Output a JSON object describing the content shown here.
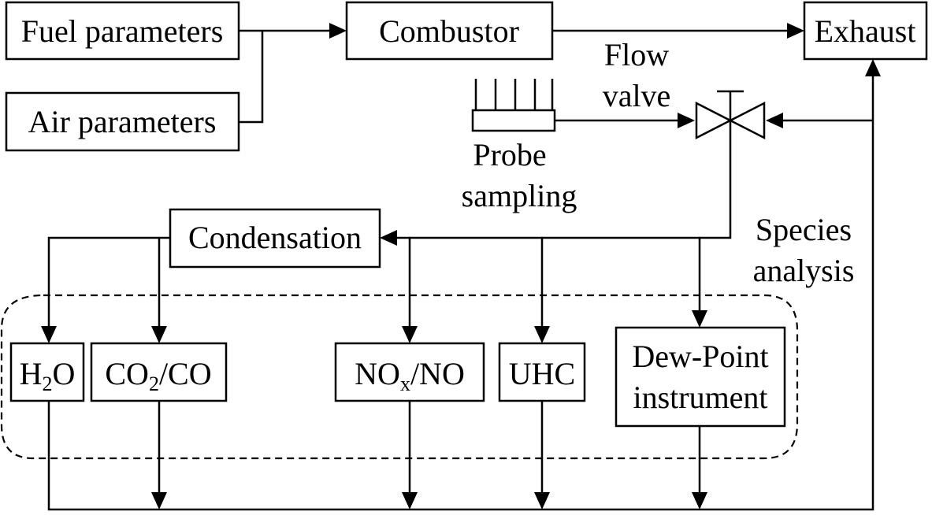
{
  "nodes": {
    "fuel_parameters": "Fuel parameters",
    "air_parameters": "Air parameters",
    "combustor": "Combustor",
    "exhaust": "Exhaust",
    "flow_valve_line1": "Flow",
    "flow_valve_line2": "valve",
    "probe_sampling_line1": "Probe",
    "probe_sampling_line2": "sampling",
    "species_analysis_line1": "Species",
    "species_analysis_line2": "analysis",
    "condensation": "Condensation",
    "h2o": {
      "main": "H",
      "sub": "2",
      "tail": "O"
    },
    "co2_co": {
      "main": "CO",
      "sub": "2",
      "tail": "/CO"
    },
    "nox_no": {
      "main": "NO",
      "sub": "x",
      "tail": "/NO"
    },
    "uhc": "UHC",
    "dew_point_line1": "Dew-Point",
    "dew_point_line2": "instrument"
  }
}
